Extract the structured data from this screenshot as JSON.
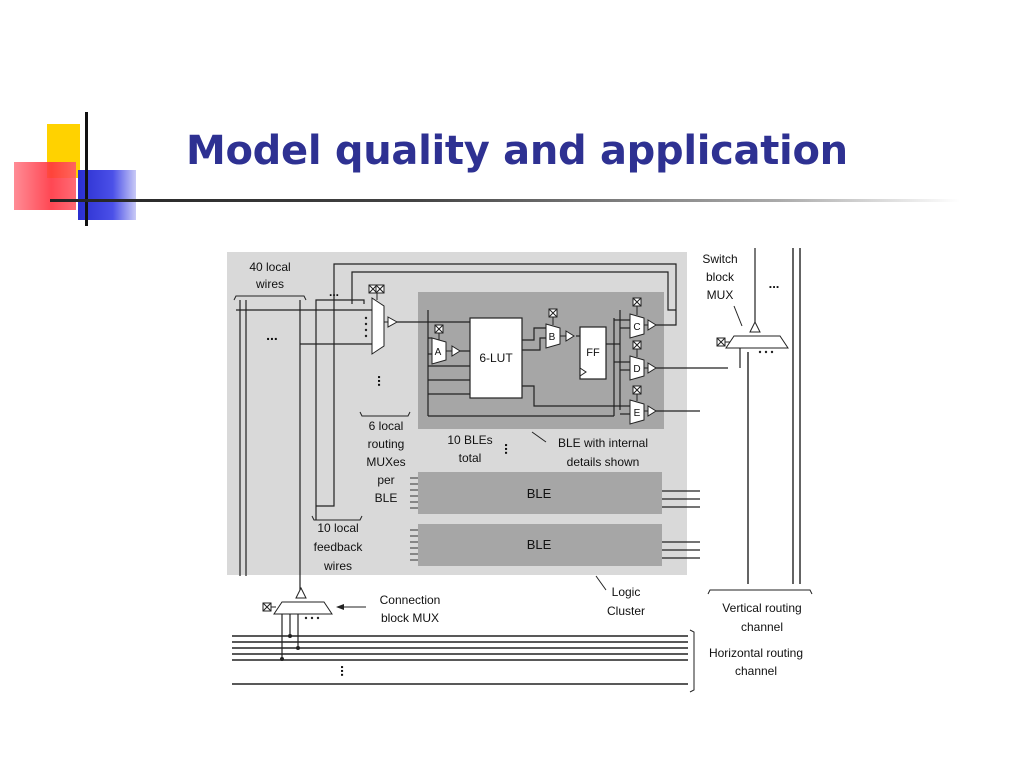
{
  "slide": {
    "title": "Model quality and application"
  },
  "diagram": {
    "labels": {
      "local_wires": [
        "40 local",
        "wires"
      ],
      "switch_block_mux": [
        "Switch",
        "block",
        "MUX"
      ],
      "routing_muxes": [
        "6 local",
        "routing",
        "MUXes",
        "per",
        "BLE"
      ],
      "bles_total": [
        "10 BLEs",
        "total"
      ],
      "ble_internal": [
        "BLE with internal",
        "details shown"
      ],
      "feedback_wires": [
        "10 local",
        "feedback",
        "wires"
      ],
      "connection_block_mux": [
        "Connection",
        "block MUX"
      ],
      "logic_cluster": [
        "Logic",
        "Cluster"
      ],
      "vertical_channel": [
        "Vertical routing",
        "channel"
      ],
      "horizontal_channel": [
        "Horizontal routing",
        "channel"
      ]
    },
    "blocks": {
      "lut": "6-LUT",
      "ff": "FF",
      "ble_1": "BLE",
      "ble_2": "BLE"
    },
    "muxes": [
      "A",
      "B",
      "C",
      "D",
      "E"
    ],
    "ellipsis": "..."
  },
  "colors": {
    "title": "#2e3192",
    "cluster_bg": "#d9d9d9",
    "ble_bg": "#a6a6a6"
  }
}
